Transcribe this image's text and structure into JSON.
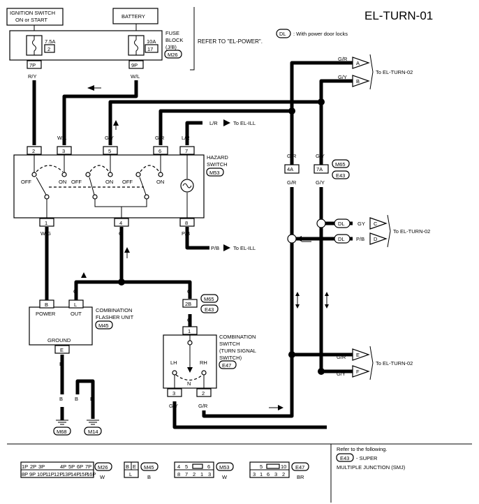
{
  "page": {
    "title": "EL-TURN-01",
    "dl_legend_symbol": "DL",
    "dl_legend_text": ": With power door locks",
    "refer_el_power": "REFER TO \"EL-POWER\".",
    "to_el_turn_02": "To EL-TURN-02",
    "to_el_ill": "To EL-ILL"
  },
  "power": {
    "ignition_line1": "IGNITION SWITCH",
    "ignition_line2": "ON or START",
    "battery": "BATTERY",
    "fuse_block_line1": "FUSE",
    "fuse_block_line2": "BLOCK",
    "fuse_block_line3": "(J/B)",
    "fuse_block_conn": "M26",
    "fuse1_amp": "7.5A",
    "fuse1_num": "2",
    "fuse2_amp": "10A",
    "fuse2_num": "17",
    "pin_7p": "7P",
    "pin_9p": "9P"
  },
  "wires": {
    "ry": "R/Y",
    "wl": "W/L",
    "gy": "G/Y",
    "gr": "G/R",
    "lr": "L/R",
    "wg": "W/G",
    "g": "G",
    "pb": "P/B",
    "b": "B",
    "gy_alt": "GY"
  },
  "hazard": {
    "line1": "HAZARD",
    "line2": "SWITCH",
    "conn": "M53",
    "pins": [
      "2",
      "3",
      "5",
      "6",
      "7",
      "1",
      "4",
      "8"
    ],
    "off": "OFF",
    "on": "ON"
  },
  "joint": {
    "pin_4a": "4A",
    "pin_7a": "7A",
    "conn1": "M65",
    "conn2": "E43",
    "pin_2b": "2B"
  },
  "flasher": {
    "line1": "COMBINATION",
    "line2": "FLASHER UNIT",
    "conn": "M45",
    "power": "POWER",
    "out": "OUT",
    "ground": "GROUND",
    "pin_b": "B",
    "pin_l": "L",
    "pin_e": "E"
  },
  "combo_switch": {
    "line1": "COMBINATION",
    "line2": "SWITCH",
    "line3": "(TURN SIGNAL",
    "line4": "SWITCH)",
    "conn": "E47",
    "lh": "LH",
    "rh": "RH",
    "n": "N",
    "pin1": "1",
    "pin3": "3",
    "pin2": "2"
  },
  "grounds": [
    "M68",
    "M14"
  ],
  "connectors": {
    "a": "A",
    "b": "B",
    "c": "C",
    "d": "D",
    "e": "E",
    "f": "F"
  },
  "footer": {
    "m26_row1": [
      "1P",
      "2P",
      "3P",
      "",
      "4P",
      "5P",
      "6P",
      "7P"
    ],
    "m26_row2": [
      "8P",
      "9P",
      "10P",
      "11P",
      "12P",
      "13P",
      "14P",
      "15P",
      "16P"
    ],
    "m26_label": "M26",
    "m26_color": "W",
    "m45_row1": [
      "B",
      "E"
    ],
    "m45_row2": [
      "L"
    ],
    "m45_label": "M45",
    "m45_color": "B",
    "m53_row1": [
      "4",
      "5",
      "",
      "6"
    ],
    "m53_row2": [
      "8",
      "7",
      "2",
      "1",
      "3"
    ],
    "m53_label": "M53",
    "m53_color": "W",
    "e47_row1": [
      "5",
      "",
      "10"
    ],
    "e47_row2": [
      "3",
      "1",
      "6",
      "3",
      "2"
    ],
    "e47_label": "E47",
    "e47_color": "BR",
    "refer_line1": "Refer to the following.",
    "refer_e43": "E43",
    "refer_line2": "- SUPER",
    "refer_line3": "MULTIPLE JUNCTION (SMJ)"
  }
}
